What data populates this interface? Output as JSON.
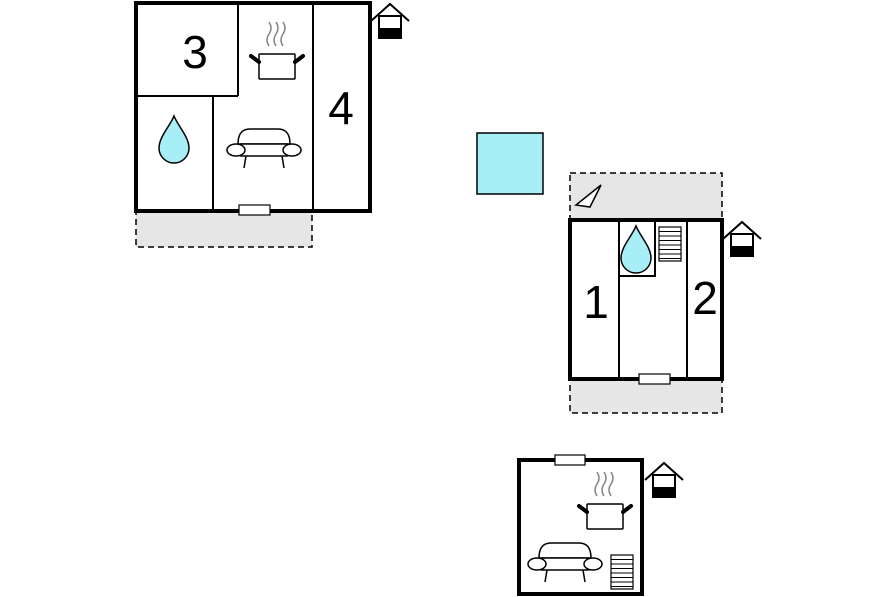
{
  "floorplan": {
    "colors": {
      "water": "#a8eef7",
      "terrace": "#e6e6e6",
      "wall": "#000000"
    },
    "building_a": {
      "rooms": [
        {
          "label": "3",
          "type": "bedroom"
        },
        {
          "label": "4",
          "type": "bedroom"
        }
      ],
      "icons": [
        "kitchen-pot-icon",
        "bathroom-drop-icon",
        "sofa-icon",
        "house-icon"
      ]
    },
    "building_b": {
      "rooms": [
        {
          "label": "1",
          "type": "bedroom"
        },
        {
          "label": "2",
          "type": "bedroom"
        }
      ],
      "icons": [
        "bathroom-drop-icon",
        "stairs-icon",
        "compass-icon",
        "house-icon"
      ]
    },
    "building_c": {
      "icons": [
        "kitchen-pot-icon",
        "sofa-icon",
        "stairs-icon",
        "house-icon"
      ]
    },
    "pool": {
      "icon": "pool-square"
    }
  }
}
